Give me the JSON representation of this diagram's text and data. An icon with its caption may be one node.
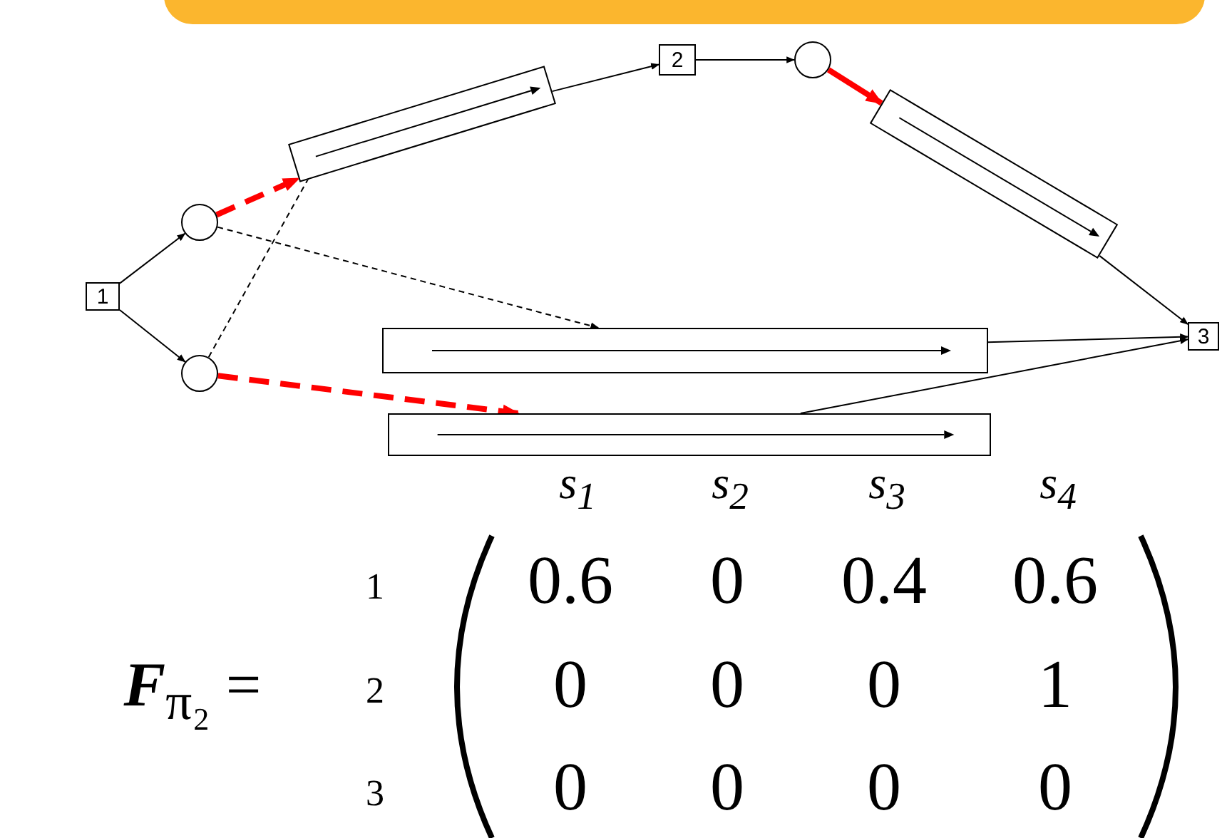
{
  "diagram": {
    "nodes": [
      {
        "text": [
          "1"
        ]
      },
      {
        "text": [],
        "shape": "circle"
      },
      {
        "text": [],
        "shape": "circle"
      },
      {
        "text": [],
        "shape": "bar"
      },
      {
        "text": [
          "2"
        ]
      },
      {
        "text": [],
        "shape": "circle"
      },
      {
        "text": [],
        "shape": "bar"
      },
      {
        "text": [
          "3"
        ]
      },
      {
        "text": [],
        "shape": "bar"
      },
      {
        "text": [],
        "shape": "bar"
      }
    ],
    "edges": [
      {
        "from": 0,
        "to": 1,
        "arrow": "to"
      },
      {
        "from": 0,
        "to": 2,
        "arrow": "to"
      },
      {
        "from": 1,
        "to": 3,
        "arrow": "to",
        "style": "dashed",
        "color": "#ff0000"
      },
      {
        "from": 1,
        "to": 8,
        "arrow": "to",
        "style": "dashed"
      },
      {
        "from": 2,
        "to": 3,
        "arrow": "none",
        "style": "dashed"
      },
      {
        "from": 2,
        "to": 9,
        "arrow": "to",
        "style": "dashed",
        "color": "#ff0000"
      },
      {
        "from": 3,
        "to": 4,
        "arrow": "to"
      },
      {
        "from": 4,
        "to": 5,
        "arrow": "to"
      },
      {
        "from": 5,
        "to": 6,
        "arrow": "to",
        "style": "thick",
        "color": "#ff0000"
      },
      {
        "from": 6,
        "to": 7,
        "arrow": "to"
      },
      {
        "from": 8,
        "to": 7,
        "arrow": "to"
      },
      {
        "from": 9,
        "to": 7,
        "arrow": "to"
      }
    ],
    "labels": [
      "s$_{1}$",
      "s$_{2}$",
      "s$_{3}$",
      "s$_{4}$",
      "**F**$_{π₂}$ =",
      "1",
      "0.6",
      "0",
      "0.4",
      "0.6",
      "2",
      "0",
      "0",
      "0",
      "1",
      "3",
      "0",
      "0",
      "0",
      "0"
    ]
  }
}
